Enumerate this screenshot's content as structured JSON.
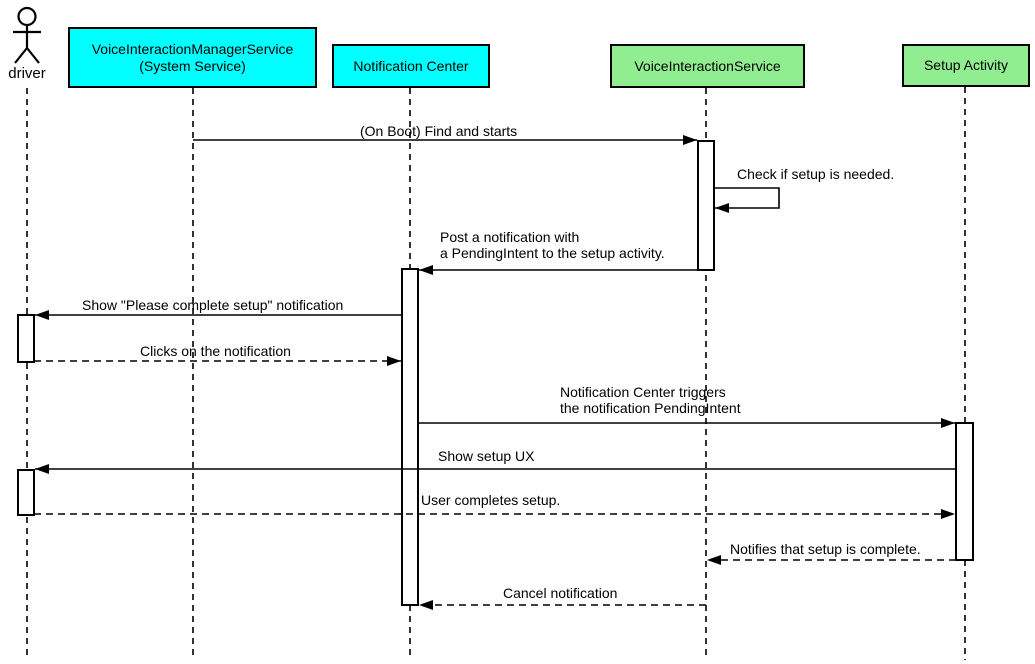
{
  "participants": {
    "driver": {
      "label": "driver",
      "type": "actor"
    },
    "manager_service": {
      "label": "VoiceInteractionManagerService\n(System Service)",
      "fill": "#00FFFF"
    },
    "notification_center": {
      "label": "Notification Center",
      "fill": "#00FFFF"
    },
    "voice_interaction_service": {
      "label": "VoiceInteractionService",
      "fill": "#90EE90"
    },
    "setup_activity": {
      "label": "Setup Activity",
      "fill": "#90EE90"
    }
  },
  "messages": {
    "on_boot": {
      "label": "(On Boot) Find and starts",
      "from": "manager_service",
      "to": "voice_interaction_service",
      "line": "solid"
    },
    "check_setup": {
      "label": "Check if setup is needed.",
      "from": "voice_interaction_service",
      "to": "voice_interaction_service",
      "line": "solid-self"
    },
    "post_notification": {
      "label": "Post a notification with\na PendingIntent to the setup activity.",
      "from": "voice_interaction_service",
      "to": "notification_center",
      "line": "solid"
    },
    "show_notification": {
      "label": "Show \"Please complete setup\" notification",
      "from": "notification_center",
      "to": "driver",
      "line": "solid"
    },
    "click_notification": {
      "label": "Clicks on the notification",
      "from": "driver",
      "to": "notification_center",
      "line": "dashed"
    },
    "trigger_pending_intent": {
      "label": "Notification Center triggers\nthe notification PendingIntent",
      "from": "notification_center",
      "to": "setup_activity",
      "line": "solid"
    },
    "show_setup_ux": {
      "label": "Show setup UX",
      "from": "setup_activity",
      "to": "driver",
      "line": "solid"
    },
    "user_completes_setup": {
      "label": "User completes setup.",
      "from": "driver",
      "to": "setup_activity",
      "line": "dashed"
    },
    "notify_setup_complete": {
      "label": "Notifies that setup is complete.",
      "from": "setup_activity",
      "to": "voice_interaction_service",
      "line": "dashed"
    },
    "cancel_notification": {
      "label": "Cancel notification",
      "from": "voice_interaction_service",
      "to": "notification_center",
      "line": "dashed"
    }
  },
  "colors": {
    "participant_cyan": "#00FFFF",
    "participant_green": "#90EE90",
    "stroke": "#000000",
    "background": "#FFFFFF"
  }
}
